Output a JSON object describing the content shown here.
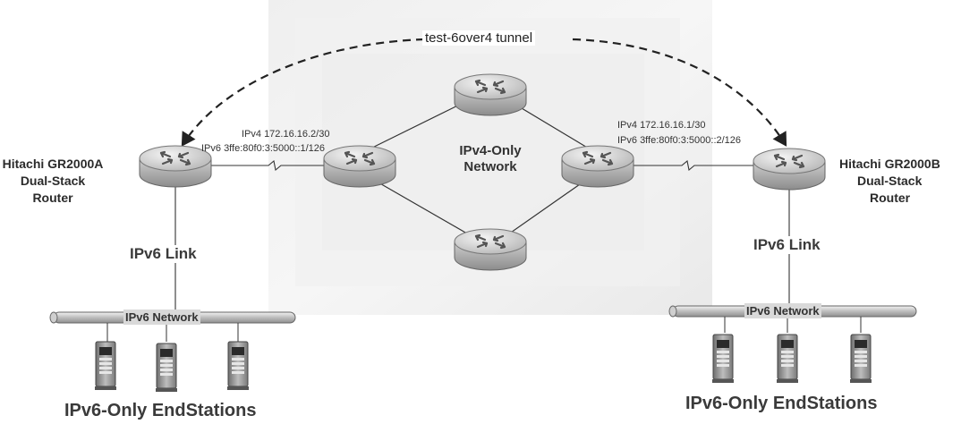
{
  "tunnel_label": "test-6over4 tunnel",
  "core_network": {
    "line1": "IPv4-Only",
    "line2": "Network"
  },
  "left": {
    "router_name": [
      "Hitachi GR2000A",
      "Dual-Stack",
      "Router"
    ],
    "addr_v4": "IPv4 172.16.16.2/30",
    "addr_v6": "IPv6 3ffe:80f0:3:5000::1/126",
    "link_label": "IPv6 Link",
    "network_label": "IPv6 Network",
    "stations_label": "IPv6-Only EndStations"
  },
  "right": {
    "router_name": [
      "Hitachi GR2000B",
      "Dual-Stack",
      "Router"
    ],
    "addr_v4": "IPv4 172.16.16.1/30",
    "addr_v6": "IPv6 3ffe:80f0:3:5000::2/126",
    "link_label": "IPv6 Link",
    "network_label": "IPv6 Network",
    "stations_label": "IPv6-Only EndStations"
  }
}
